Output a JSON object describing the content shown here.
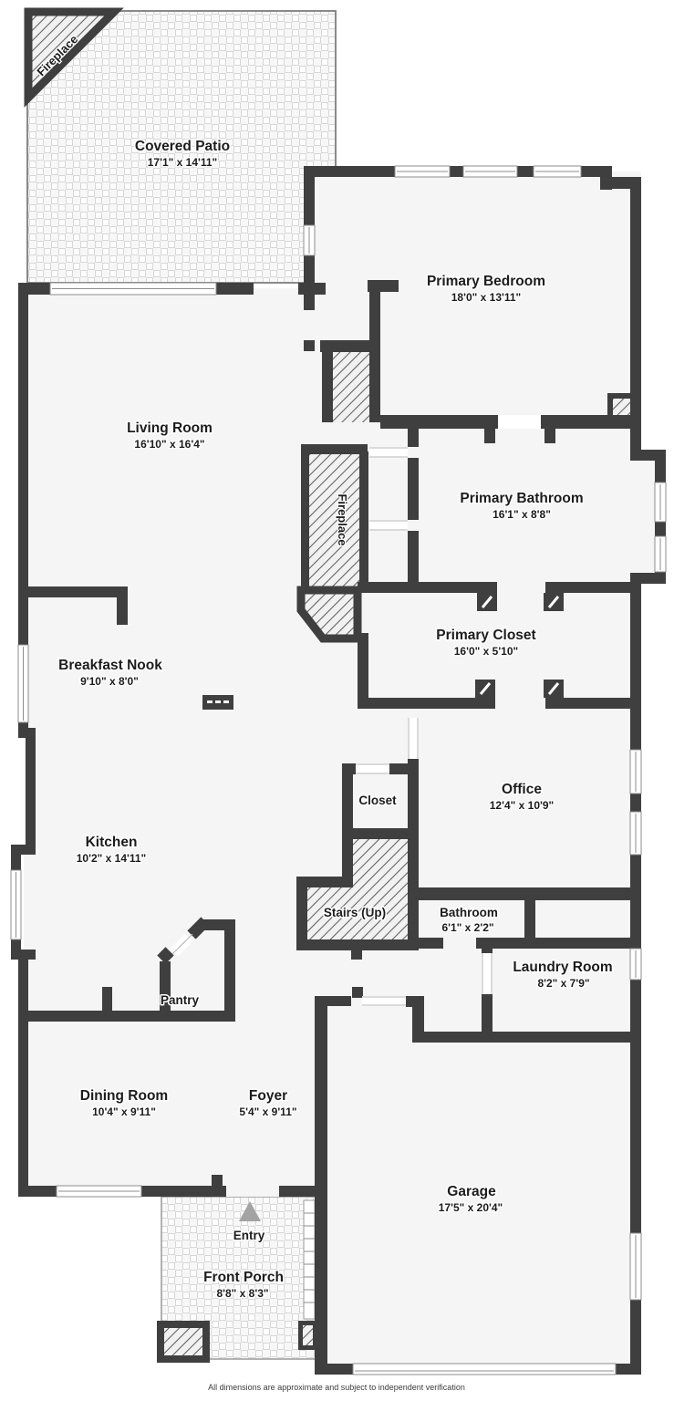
{
  "footer": "All dimensions are approximate and subject to independent verification",
  "rooms": {
    "covered_patio": {
      "name": "Covered Patio",
      "dims": "17'1\" x 14'11\""
    },
    "primary_bedroom": {
      "name": "Primary Bedroom",
      "dims": "18'0\" x 13'11\""
    },
    "living_room": {
      "name": "Living Room",
      "dims": "16'10\" x 16'4\""
    },
    "primary_bathroom": {
      "name": "Primary Bathroom",
      "dims": "16'1\" x 8'8\""
    },
    "primary_closet": {
      "name": "Primary Closet",
      "dims": "16'0\" x 5'10\""
    },
    "breakfast_nook": {
      "name": "Breakfast Nook",
      "dims": "9'10\" x 8'0\""
    },
    "office": {
      "name": "Office",
      "dims": "12'4\" x 10'9\""
    },
    "closet": {
      "name": "Closet"
    },
    "kitchen": {
      "name": "Kitchen",
      "dims": "10'2\" x 14'11\""
    },
    "stairs": {
      "name": "Stairs (Up)"
    },
    "bathroom": {
      "name": "Bathroom",
      "dims": "6'1\" x 2'2\""
    },
    "laundry_room": {
      "name": "Laundry Room",
      "dims": "8'2\" x 7'9\""
    },
    "pantry": {
      "name": "Pantry"
    },
    "dining_room": {
      "name": "Dining Room",
      "dims": "10'4\" x 9'11\""
    },
    "foyer": {
      "name": "Foyer",
      "dims": "5'4\" x 9'11\""
    },
    "entry": {
      "name": "Entry"
    },
    "front_porch": {
      "name": "Front Porch",
      "dims": "8'8\" x 8'3\""
    },
    "garage": {
      "name": "Garage",
      "dims": "17'5\" x 20'4\""
    }
  },
  "features": {
    "patio_fireplace": "Fireplace",
    "living_fireplace": "Fireplace"
  },
  "colors": {
    "wall": "#3f3f3f",
    "floor": "#f5f5f5",
    "hatch": "#5f5f5f",
    "entry_arrow": "#a3a3a3"
  }
}
